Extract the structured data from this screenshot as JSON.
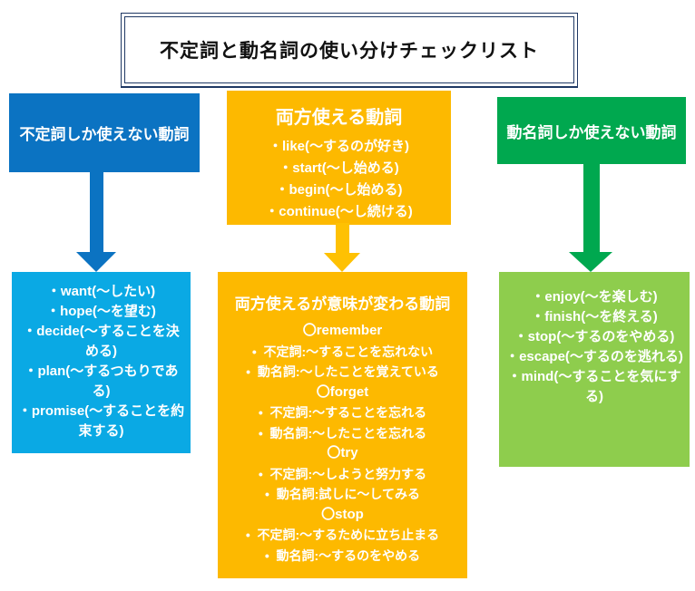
{
  "title": "不定詞と動名詞の使い分けチェックリスト",
  "left": {
    "header": "不定詞しか使えない動詞",
    "items": [
      "・want(〜したい)",
      "・hope(〜を望む)",
      "・decide(〜することを決める)",
      "・plan(〜するつもりである)",
      "・promise(〜することを約束する)"
    ]
  },
  "middle": {
    "header": "両方使える動詞",
    "header_items": [
      "・like(〜するのが好き)",
      "・start(〜し始める)",
      "・begin(〜し始める)",
      "・continue(〜し続ける)"
    ],
    "content_title": "両方使えるが意味が変わる動詞",
    "lines": [
      "〇remember",
      "•  不定詞:〜することを忘れない",
      "•  動名詞:〜したことを覚えている",
      "〇forget",
      "•  不定詞:〜することを忘れる",
      "•  動名詞:〜したことを忘れる",
      "〇try",
      "•  不定詞:〜しようと努力する",
      "•  動名詞:試しに〜してみる",
      "〇stop",
      "•  不定詞:〜するために立ち止まる",
      "•  動名詞:〜するのをやめる"
    ]
  },
  "right": {
    "header": "動名詞しか使えない動詞",
    "items": [
      "・enjoy(〜を楽しむ)",
      "・finish(〜を終える)",
      "・stop(〜するのをやめる)",
      "・escape(〜するのを逃れる)",
      "・mind(〜することを気にする)"
    ]
  },
  "colors": {
    "title_border": "#1f3864",
    "blue_header": "#0b73c2",
    "light_blue": "#0aa9e4",
    "amber": "#fdb900",
    "amber_arrow": "#fec103",
    "green": "#00a84f",
    "light_green": "#8ecd4d",
    "text_on_color": "#ffffff"
  }
}
